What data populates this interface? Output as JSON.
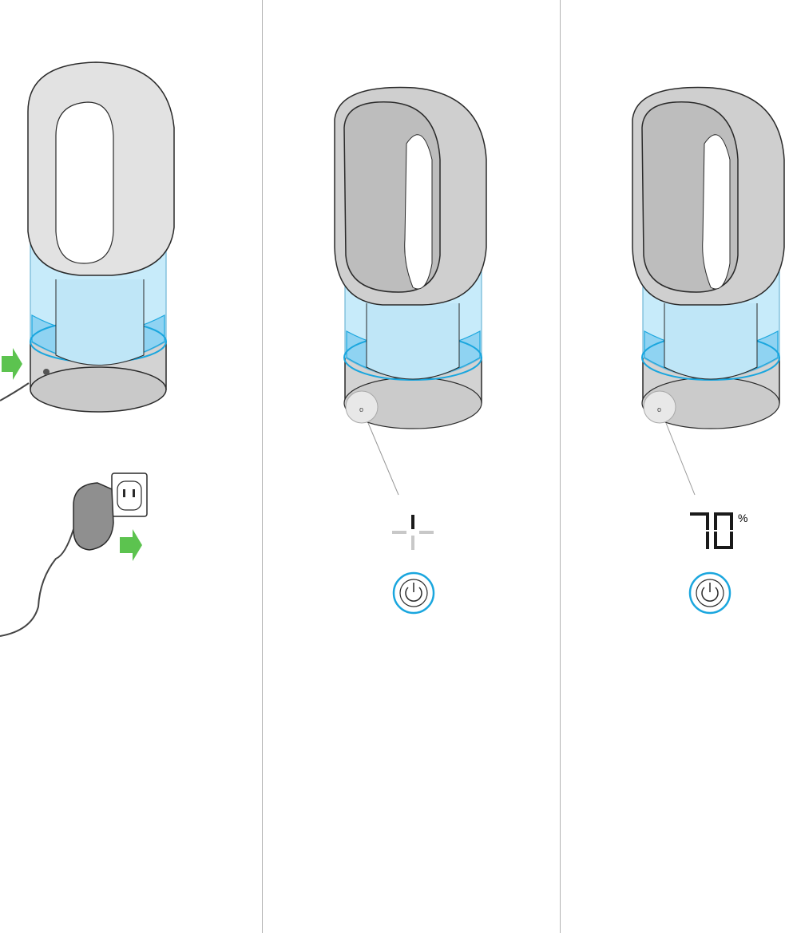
{
  "panels": [
    {
      "id": "plug-in",
      "caption": "",
      "icons": [
        "humidifier-icon",
        "wall-socket-icon",
        "power-adapter-icon",
        "insert-arrow-icon"
      ]
    },
    {
      "id": "power-on-idle",
      "display_segments": "-|-",
      "icons": [
        "humidifier-icon",
        "control-panel-icon",
        "segment-display-icon",
        "power-button-icon"
      ]
    },
    {
      "id": "power-on-humidity",
      "display_value": "70",
      "display_unit": "%",
      "icons": [
        "humidifier-icon",
        "control-panel-icon",
        "segment-display-icon",
        "power-button-icon"
      ]
    }
  ],
  "colors": {
    "accent_green": "#5cc34f",
    "accent_blue": "#1aa6de",
    "water_blue": "#9fd9f3",
    "body_grey": "#cfcfcf",
    "outline": "#2a2a2a"
  }
}
